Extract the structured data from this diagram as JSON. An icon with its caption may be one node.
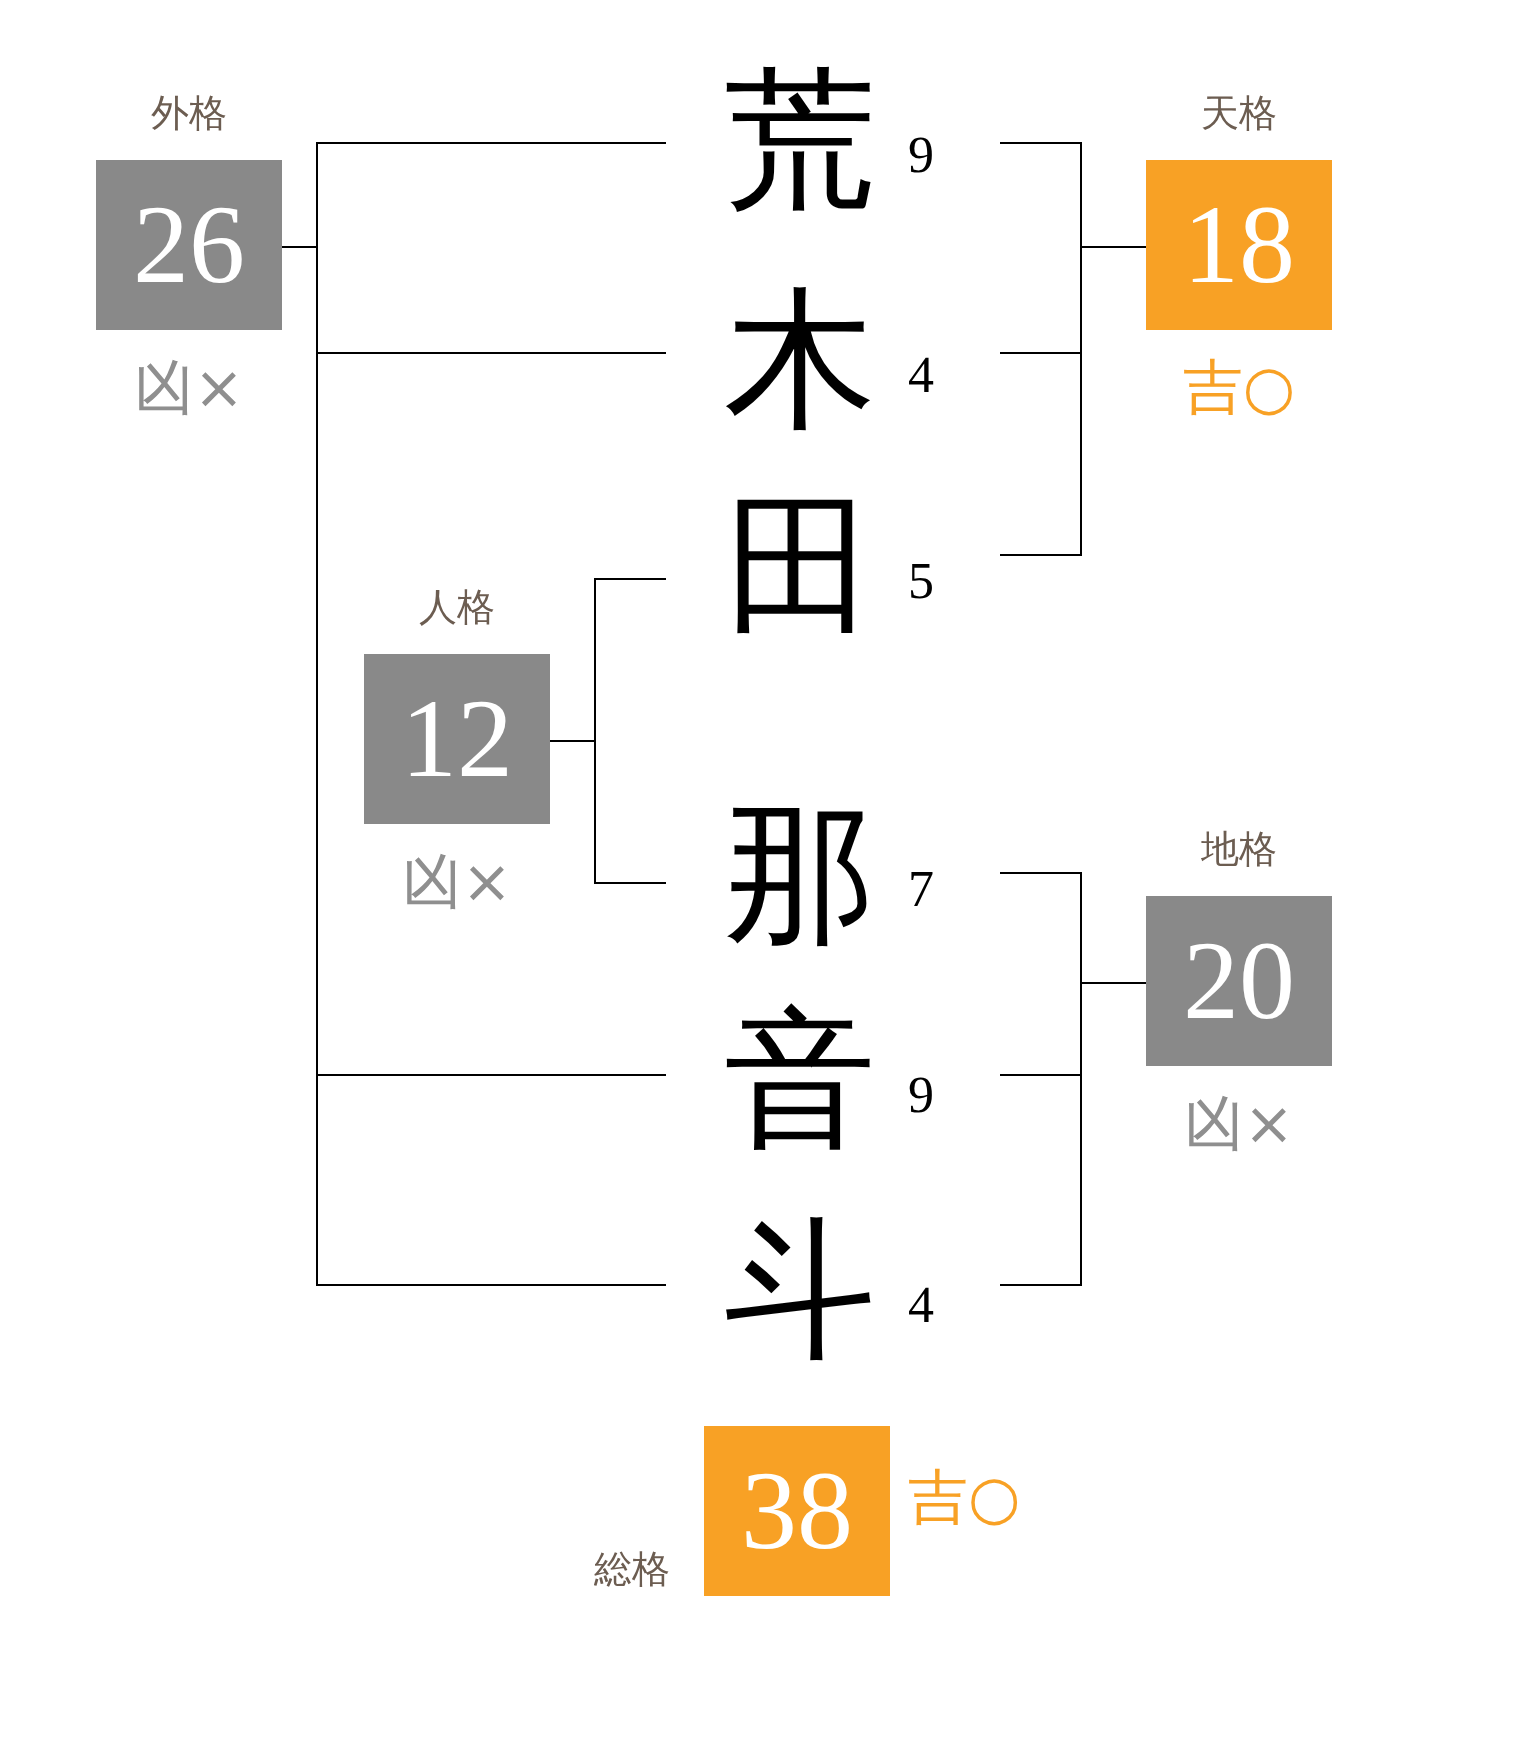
{
  "diagram": {
    "nodes": [
      {
        "text": [
          "外格",
          "26"
        ],
        "beside": [
          "凶×"
        ]
      },
      {
        "text": [
          "荒"
        ],
        "beside": [
          "9"
        ]
      },
      {
        "text": [
          "天格",
          "18"
        ],
        "beside": [
          "吉○"
        ]
      },
      {
        "text": [
          "木"
        ],
        "beside": [
          "4"
        ]
      },
      {
        "text": [
          "田"
        ],
        "beside": [
          "5"
        ]
      },
      {
        "text": [
          "人格",
          "12"
        ],
        "beside": [
          "凶×"
        ]
      },
      {
        "text": [
          "那"
        ],
        "beside": [
          "7"
        ]
      },
      {
        "text": [
          "地格",
          "20"
        ],
        "beside": [
          "凶×"
        ]
      },
      {
        "text": [
          "音"
        ],
        "beside": [
          "9"
        ]
      },
      {
        "text": [
          "斗"
        ],
        "beside": [
          "4"
        ]
      },
      {
        "text": [
          "総格",
          "38"
        ],
        "beside": [
          "吉○"
        ]
      }
    ],
    "edges": [
      {
        "from": 0,
        "to": 1,
        "arrow": "none"
      },
      {
        "from": 0,
        "to": 3,
        "arrow": "none"
      },
      {
        "from": 0,
        "to": 8,
        "arrow": "none"
      },
      {
        "from": 0,
        "to": 9,
        "arrow": "none"
      },
      {
        "from": 1,
        "to": 2,
        "arrow": "none"
      },
      {
        "from": 3,
        "to": 2,
        "arrow": "none"
      },
      {
        "from": 4,
        "to": 2,
        "arrow": "none"
      },
      {
        "from": 5,
        "to": 4,
        "arrow": "none"
      },
      {
        "from": 5,
        "to": 6,
        "arrow": "none"
      },
      {
        "from": 6,
        "to": 7,
        "arrow": "none"
      },
      {
        "from": 8,
        "to": 7,
        "arrow": "none"
      },
      {
        "from": 9,
        "to": 7,
        "arrow": "none"
      }
    ]
  }
}
